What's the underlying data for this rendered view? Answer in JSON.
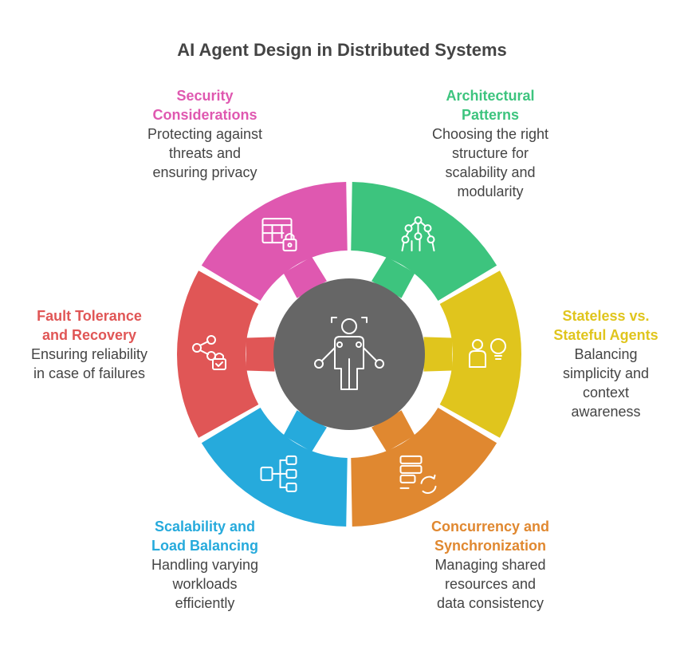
{
  "title": "AI Agent Design in Distributed Systems",
  "center_icon": "agent-figure-icon",
  "segments": [
    {
      "key": "architectural",
      "title_lines": [
        "Architectural",
        "Patterns"
      ],
      "desc_lines": [
        "Choosing the right",
        "structure for",
        "scalability and",
        "modularity"
      ],
      "color": "#3dc47e",
      "icon": "network-nodes-icon"
    },
    {
      "key": "stateless",
      "title_lines": [
        "Stateless vs.",
        "Stateful Agents"
      ],
      "desc_lines": [
        "Balancing",
        "simplicity and",
        "context",
        "awareness"
      ],
      "color": "#e0c51d",
      "icon": "person-lightbulb-icon"
    },
    {
      "key": "concurrency",
      "title_lines": [
        "Concurrency and",
        "Synchronization"
      ],
      "desc_lines": [
        "Managing shared",
        "resources and",
        "data consistency"
      ],
      "color": "#e08830",
      "icon": "server-sync-icon"
    },
    {
      "key": "scalability",
      "title_lines": [
        "Scalability and",
        "Load Balancing"
      ],
      "desc_lines": [
        "Handling varying",
        "workloads",
        "efficiently"
      ],
      "color": "#26aadc",
      "icon": "hierarchy-icon"
    },
    {
      "key": "fault",
      "title_lines": [
        "Fault Tolerance",
        "and Recovery"
      ],
      "desc_lines": [
        "Ensuring reliability",
        "in case of failures"
      ],
      "color": "#e05656",
      "icon": "share-lock-icon"
    },
    {
      "key": "security",
      "title_lines": [
        "Security",
        "Considerations"
      ],
      "desc_lines": [
        "Protecting against",
        "threats and",
        "ensuring privacy"
      ],
      "color": "#df58b0",
      "icon": "table-lock-icon"
    }
  ]
}
